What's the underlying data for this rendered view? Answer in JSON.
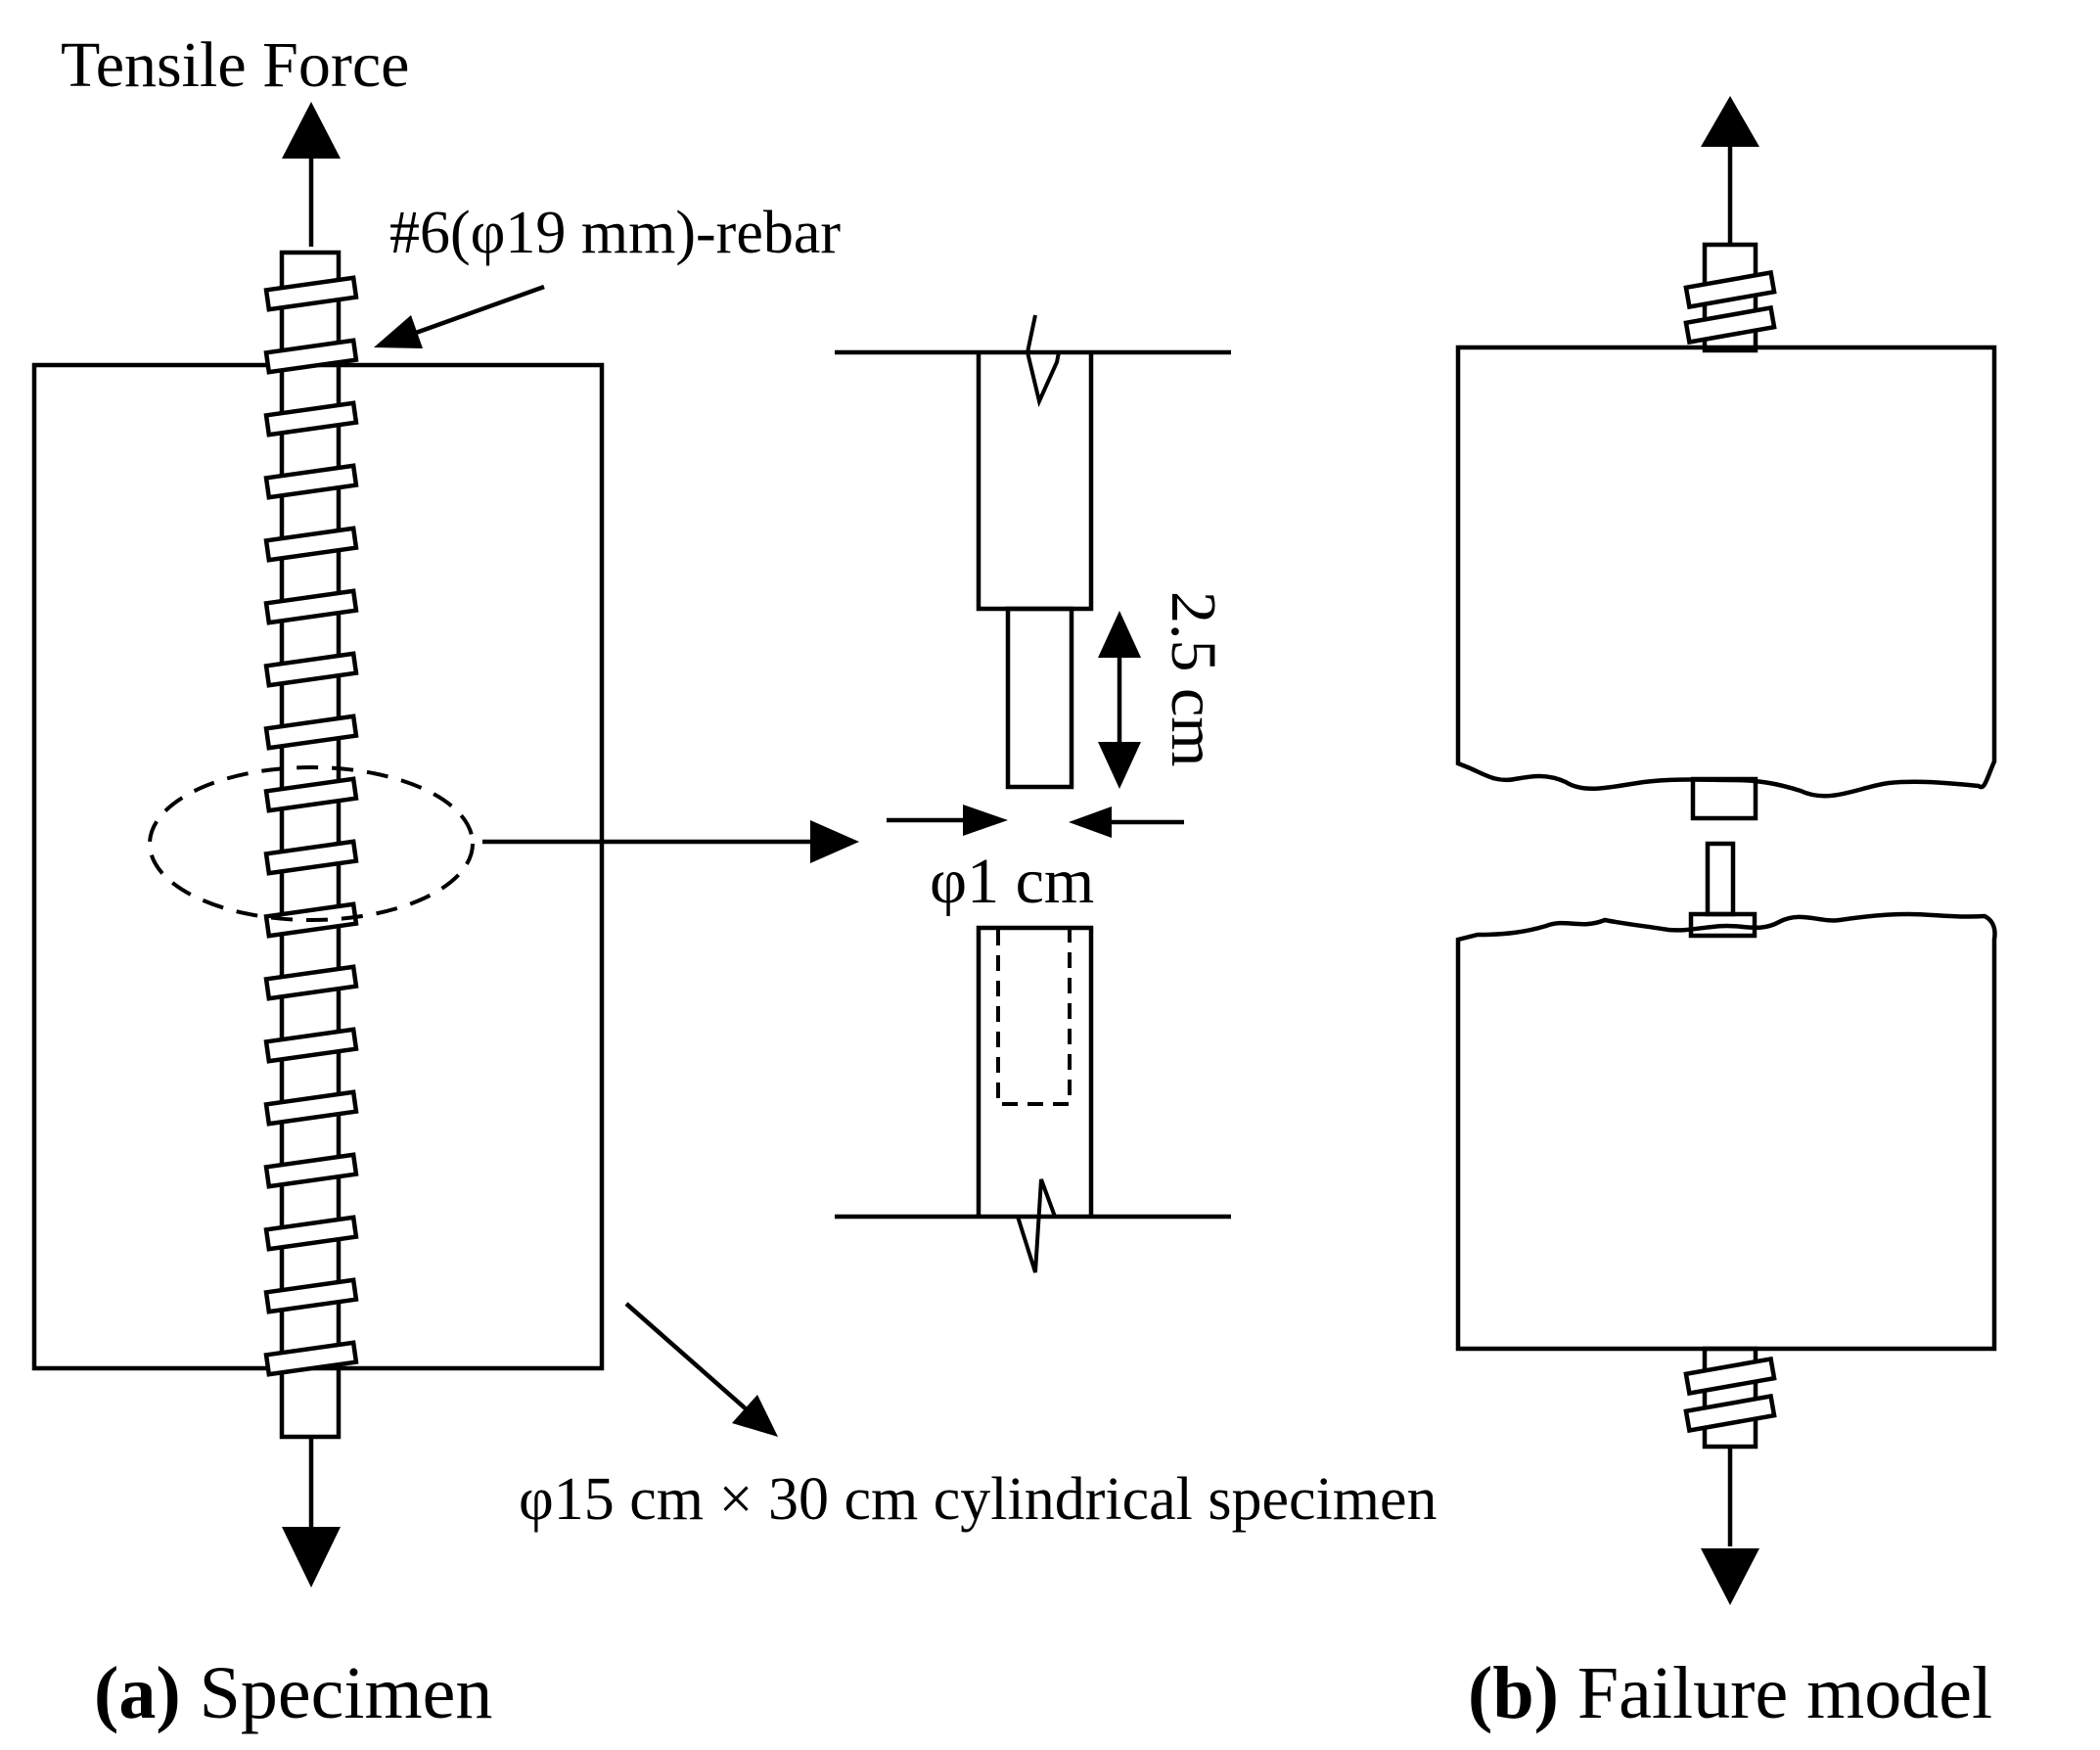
{
  "panel_a": {
    "force_label": "Tensile Force",
    "rebar_label": "#6(φ19 mm)-rebar",
    "specimen_label": "φ15 cm × 30 cm cylindrical specimen",
    "caption_letter": "a",
    "caption_text": " Specimen"
  },
  "detail": {
    "length_label": "2.5 cm",
    "diameter_label": "φ1 cm"
  },
  "panel_b": {
    "caption_letter": "b",
    "caption_text": " Failure model"
  },
  "colors": {
    "ink": "#000000",
    "background": "#ffffff"
  }
}
